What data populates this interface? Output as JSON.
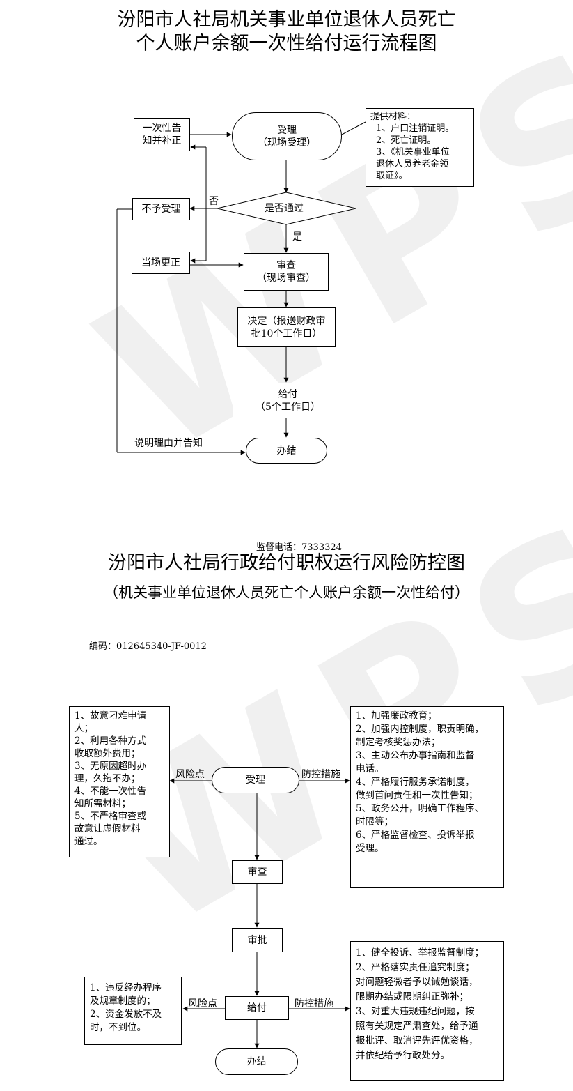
{
  "watermark": "WPS",
  "flow1": {
    "title_line1": "汾阳市人社局机关事业单位退休人员死亡",
    "title_line2": "个人账户余额一次性给付运行流程图",
    "notify_box": [
      "一次性告",
      "知并补正"
    ],
    "accept": [
      "受理",
      "（现场受理）"
    ],
    "materials": [
      "提供材料：",
      "1、户口注销证明。",
      "2、死亡证明。",
      "3、《机关事业单位",
      "退休人员养老金领",
      "取证》。"
    ],
    "decision": "是否通过",
    "no_label": "否",
    "yes_label": "是",
    "reject": "不予受理",
    "correct": "当场更正",
    "review": [
      "审查",
      "（现场审查）"
    ],
    "decide": [
      "决定（报送财政审",
      "批10个工作日）"
    ],
    "pay": [
      "给付",
      "（5个工作日）"
    ],
    "explain": "说明理由并告知",
    "done": "办结",
    "hotline": "监督电话：7333324"
  },
  "flow2": {
    "title": "汾阳市人社局行政给付职权运行风险防控图",
    "subtitle": "（机关事业单位退休人员死亡个人账户余额一次性给付）",
    "code": "编码：012645340-JF-0012",
    "risk1": [
      "1、故意刁难申请",
      "人；",
      "2、利用各种方式",
      "收取额外费用；",
      "3、无原因超时办",
      "理，久拖不办；",
      "4、不能一次性告",
      "知所需材料；",
      "5、不严格审查或",
      "故意让虚假材料",
      "通过。"
    ],
    "risk_label": "风险点",
    "control_label": "防控措施",
    "accept": "受理",
    "control1": [
      "1、加强廉政教育；",
      "2、加强内控制度，职责明确，",
      "制定考核奖惩办法；",
      "3、主动公布办事指南和监督",
      "电话。",
      "4、严格履行服务承诺制度，",
      "做到首问责任和一次性告知；",
      "5、政务公开，明确工作程序、",
      "时限等；",
      "6、严格监督检查、投诉举报",
      "受理。"
    ],
    "review": "审查",
    "approve": "审批",
    "pay": "给付",
    "done": "办结",
    "risk2": [
      "1、违反经办程序",
      "及规章制度的；",
      "2、资金发放不及",
      "时，不到位。"
    ],
    "control2": [
      "1、健全投诉、举报监督制度；",
      "2、严格落实责任追究制度；",
      "对问题轻微者予以诫勉谈话，",
      "限期办结或限期纠正弥补；",
      "3、对重大违规违纪问题，按",
      "照有关规定严肃查处，给予通",
      "报批评、取消评先评优资格，",
      "并依纪给予行政处分。"
    ]
  }
}
